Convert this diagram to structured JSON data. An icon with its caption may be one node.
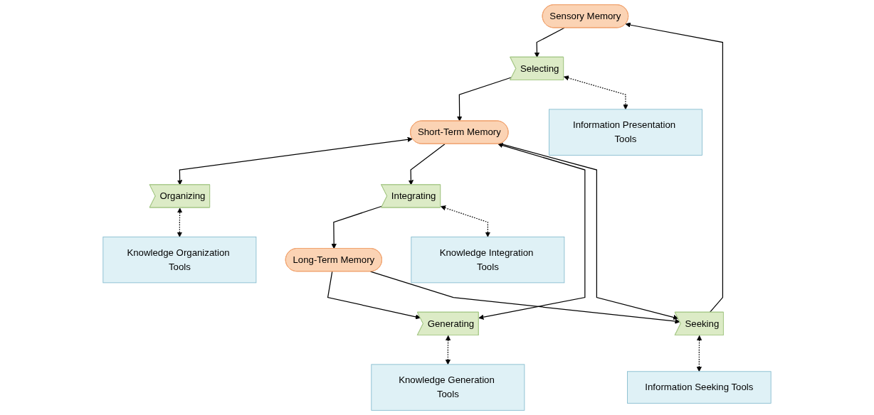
{
  "diagram": {
    "nodes": [
      {
        "text": [
          "Sensory Memory"
        ]
      },
      {
        "text": [
          "Short-Term Memory"
        ]
      },
      {
        "text": [
          "Long-Term Memory"
        ]
      },
      {
        "text": [
          "Seeking"
        ]
      },
      {
        "text": [
          "Selecting"
        ]
      },
      {
        "text": [
          "Organizing"
        ]
      },
      {
        "text": [
          "Integrating"
        ]
      },
      {
        "text": [
          "Generating"
        ]
      },
      {
        "text": [
          "Information Seeking Tools"
        ]
      },
      {
        "text": [
          "Information Presentation Tools"
        ]
      },
      {
        "text": [
          "Knowledge Organization Tools"
        ]
      },
      {
        "text": [
          "Knowledge Integration Tools"
        ]
      },
      {
        "text": [
          "Knowledge Generation Tools"
        ]
      }
    ],
    "edges": [
      {
        "from": 3,
        "to": 0,
        "arrow": "to"
      },
      {
        "from": 0,
        "to": 4,
        "arrow": "to"
      },
      {
        "from": 4,
        "to": 1,
        "arrow": "to"
      },
      {
        "from": 1,
        "to": 5,
        "arrow": "both"
      },
      {
        "from": 1,
        "to": 6,
        "arrow": "to"
      },
      {
        "from": 6,
        "to": 2,
        "arrow": "to"
      },
      {
        "from": 2,
        "to": 7,
        "arrow": "to"
      },
      {
        "from": 1,
        "to": 7,
        "arrow": "both"
      },
      {
        "from": 1,
        "to": 3,
        "arrow": "to"
      },
      {
        "from": 2,
        "to": 3,
        "arrow": "to"
      },
      {
        "from": 3,
        "to": 8,
        "arrow": "both",
        "style": "dashed"
      },
      {
        "from": 4,
        "to": 9,
        "arrow": "both",
        "style": "dashed"
      },
      {
        "from": 5,
        "to": 10,
        "arrow": "both",
        "style": "dashed"
      },
      {
        "from": 6,
        "to": 11,
        "arrow": "both",
        "style": "dashed"
      },
      {
        "from": 7,
        "to": 12,
        "arrow": "both",
        "style": "dashed"
      }
    ]
  }
}
